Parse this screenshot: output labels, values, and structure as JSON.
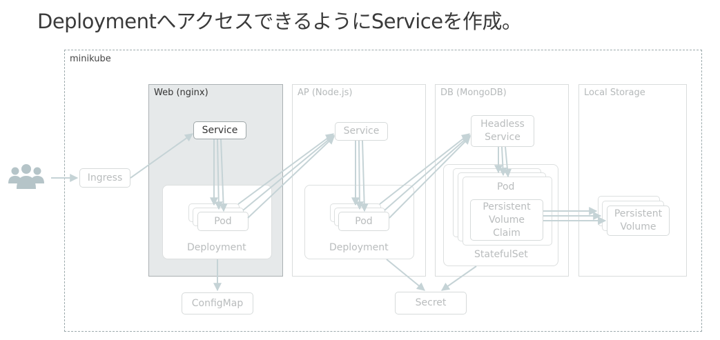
{
  "title": "DeploymentへアクセスできるようにServiceを作成。",
  "cluster": {
    "label": "minikube"
  },
  "columns": {
    "web": {
      "label": "Web (nginx)"
    },
    "ap": {
      "label": "AP (Node.js)"
    },
    "db": {
      "label": "DB (MongoDB)"
    },
    "storage": {
      "label": "Local Storage"
    }
  },
  "nodes": {
    "ingress": "Ingress",
    "web_service": "Service",
    "web_pod": "Pod",
    "web_deployment": "Deployment",
    "configmap": "ConfigMap",
    "ap_service": "Service",
    "ap_pod": "Pod",
    "ap_deployment": "Deployment",
    "db_headless_service": "Headless\nService",
    "db_pod": "Pod",
    "db_pvc": "Persistent\nVolume\nClaim",
    "db_statefulset": "StatefulSet",
    "secret": "Secret",
    "persistent_volume": "Persistent\nVolume"
  },
  "colors": {
    "active_column": "#e6e9ea",
    "connector": "#c5d3d6",
    "users_icon": "#b5c4c8"
  },
  "icons": {
    "users": "users-icon"
  }
}
